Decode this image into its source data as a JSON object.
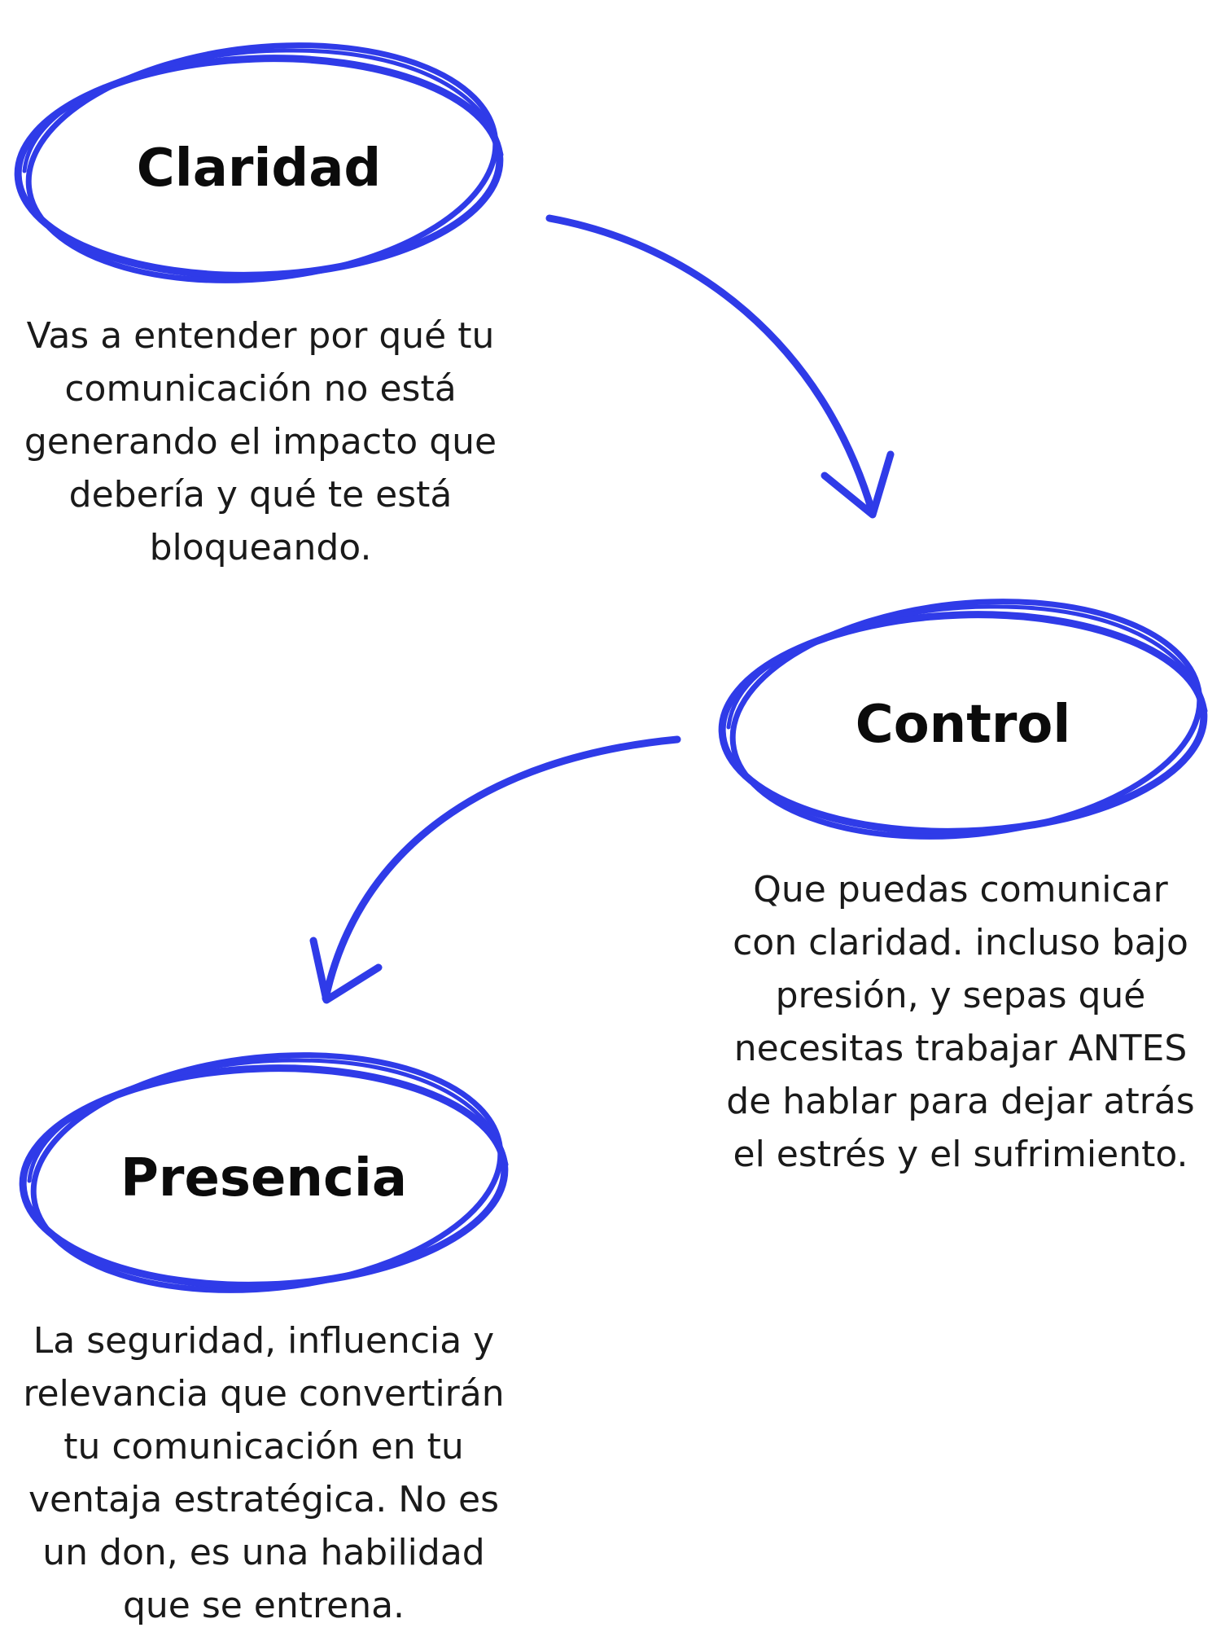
{
  "accent_color": "#2f3be8",
  "nodes": [
    {
      "id": "claridad",
      "title": "Claridad",
      "description_lines": [
        "Vas a entender por qué tu",
        "comunicación no está",
        "generando el impacto que",
        "debería y qué te está",
        "bloqueando."
      ]
    },
    {
      "id": "control",
      "title": "Control",
      "description_lines": [
        "Que puedas comunicar",
        "con claridad. incluso bajo",
        "presión, y sepas qué",
        "necesitas trabajar ANTES",
        "de hablar para dejar atrás",
        "el estrés y el sufrimiento."
      ]
    },
    {
      "id": "presencia",
      "title": "Presencia",
      "description_lines": [
        "La seguridad, influencia y",
        "relevancia que convertirán",
        "tu comunicación en tu",
        "ventaja estratégica. No es",
        "un don, es una habilidad",
        "que se entrena."
      ]
    }
  ],
  "connectors": [
    {
      "from": "claridad",
      "to": "control"
    },
    {
      "from": "control",
      "to": "presencia"
    }
  ]
}
